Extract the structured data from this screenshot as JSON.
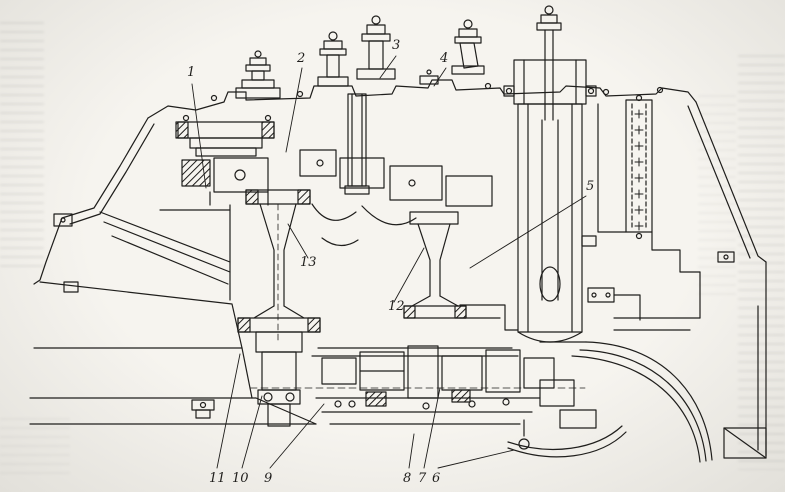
{
  "figure": {
    "ink_color": "#1f1e1c",
    "paper_color": "#f6f4ef",
    "callouts": [
      {
        "label": "1"
      },
      {
        "label": "2"
      },
      {
        "label": "3"
      },
      {
        "label": "4"
      },
      {
        "label": "5"
      },
      {
        "label": "6"
      },
      {
        "label": "7"
      },
      {
        "label": "8"
      },
      {
        "label": "9"
      },
      {
        "label": "10"
      },
      {
        "label": "11"
      },
      {
        "label": "12"
      },
      {
        "label": "13"
      }
    ]
  }
}
